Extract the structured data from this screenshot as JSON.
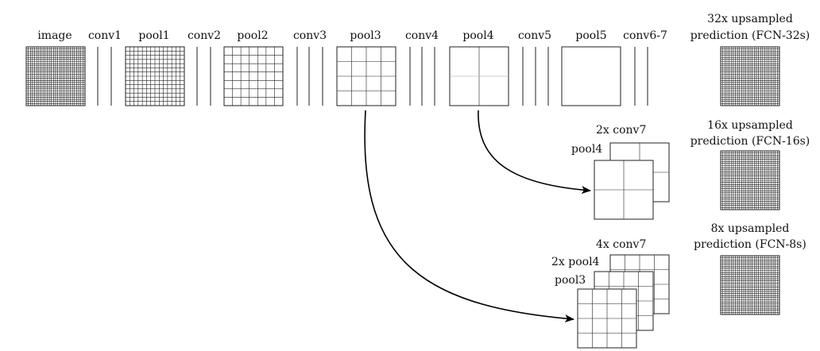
{
  "diagram": {
    "stages": {
      "image": "image",
      "conv1": "conv1",
      "pool1": "pool1",
      "conv2": "conv2",
      "pool2": "pool2",
      "conv3": "conv3",
      "pool3": "pool3",
      "conv4": "conv4",
      "pool4": "pool4",
      "conv5": "conv5",
      "pool5": "pool5",
      "conv67": "conv6-7"
    },
    "fcn32": {
      "line1": "32x upsampled",
      "line2": "prediction (FCN-32s)"
    },
    "fcn16": {
      "line1": "16x upsampled",
      "line2": "prediction (FCN-16s)",
      "conv7": "2x conv7",
      "pool4": "pool4"
    },
    "fcn8": {
      "line1": "8x upsampled",
      "line2": "prediction (FCN-8s)",
      "conv7": "4x conv7",
      "pool4": "2x pool4",
      "pool3": "pool3"
    }
  }
}
